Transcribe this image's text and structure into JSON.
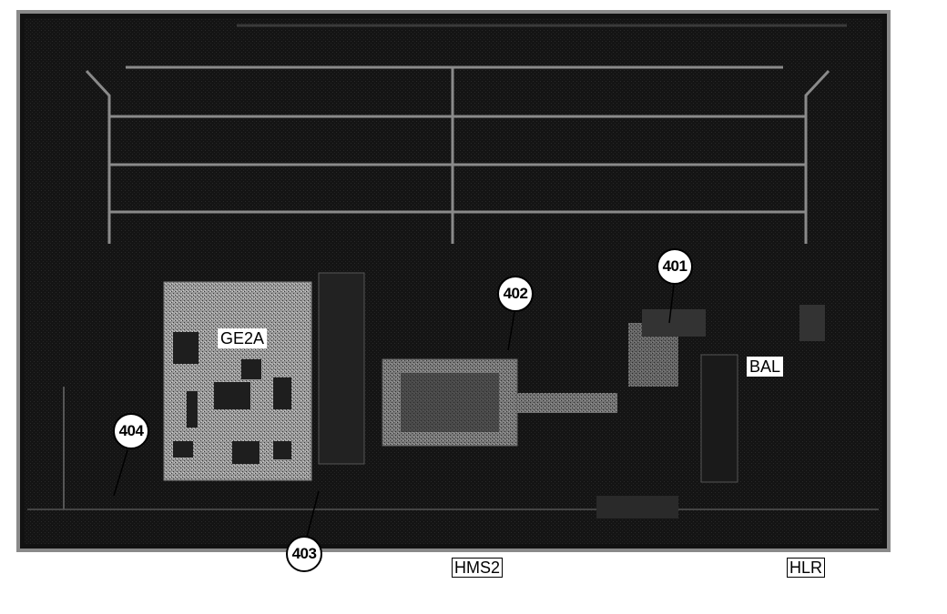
{
  "figure": {
    "callouts": {
      "c401": "401",
      "c402": "402",
      "c403": "403",
      "c404": "404"
    },
    "labels": {
      "ge2a": "GE2A",
      "bal": "BAL",
      "hms2": "HMS2",
      "hlr": "HLR"
    }
  },
  "colors": {
    "background": "#ffffff",
    "panel": "#111111",
    "frame": "#8a8a8a",
    "board": "#9a9a9a",
    "ink": "#000000"
  }
}
